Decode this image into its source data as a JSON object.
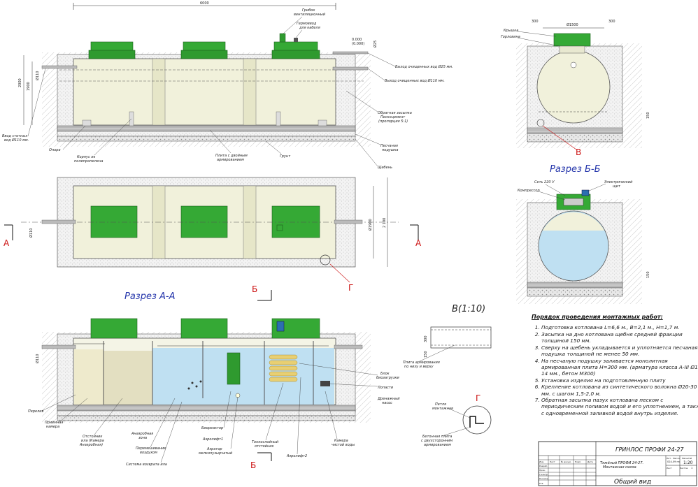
{
  "top_view": {
    "overall_length": "6000",
    "label_fungus": "Грибок",
    "label_fungus2": "вентиляционный",
    "label_hermo": "Гермоввод",
    "label_hermo2": "для кабеля",
    "out_25": "Выход очищенных вод Ø25 мм.",
    "out_110": "Выход очищенных вод Ø110 мм.",
    "backfill": "Обратная засыпка",
    "backfill2": "Пескоцемент",
    "backfill3": "(пропорция 5:1)",
    "inlet": "Ввод сточных",
    "inlet2": "вод Ø110 мм.",
    "support": "Опора",
    "body": "Корпус из",
    "body2": "полипропилена",
    "slab": "Плита с двойным",
    "slab2": "армированием",
    "soil": "Грунт",
    "sand": "Песчаная",
    "sand2": "подушка",
    "gravel": "Щебень",
    "dim_2000": "2000",
    "dim_1900": "1900",
    "dim_d110": "Ø110",
    "dim_025": "Ø25",
    "lvl_top": "0.000",
    "lvl_top2": "(0.000)"
  },
  "section_bb": {
    "title": "Разрез Б-Б",
    "mark_v": "В",
    "lid": "Крышка",
    "neck": "Горловина",
    "d1500": "Ø1500",
    "dim_300a": "300",
    "dim_300b": "300",
    "dim_150": "150"
  },
  "plan": {
    "mark_a_left": "А",
    "mark_a_right": "А",
    "mark_b": "Б",
    "mark_g": "Г",
    "dim_2100": "2 100",
    "dim_d1900": "Ø1900",
    "dim_d110": "Ø110",
    "section_aa": "Разрез А-А"
  },
  "section_aa": {
    "mark_b_bottom": "Б",
    "perelif": "Перелив",
    "receiving": "Приёмная",
    "receiving2": "камера",
    "sludge": "Отстойник",
    "sludge2": "ила (Камера",
    "sludge3": "Анаэробная)",
    "anaerobic": "Анаэробная",
    "anaerobic2": "зона",
    "mixing": "Перемешивание",
    "mixing2": "воздухом",
    "return": "Система возврата ила",
    "bioreactor": "Биореактор",
    "airlift1": "Аэролифт1",
    "aerator": "Аэратор",
    "aerator2": "мелкопузырчатый",
    "thin": "Тонкослойный",
    "thin2": "отстойник",
    "airlift2": "Аэролифт2",
    "clean": "Камера",
    "clean2": "чистой воды",
    "bio_block": "Блок",
    "bio_block2": "биозагрузки",
    "blades": "Лопасти",
    "drain": "Дренажный",
    "drain2": "насос",
    "dim_d110": "Ø110"
  },
  "section_b2": {
    "power": "Сеть 220 V",
    "panel": "Электрический",
    "panel2": "щит",
    "compressor": "Компрессор",
    "dim_150": "150"
  },
  "detail_v": {
    "title": "В(1:10)",
    "dim_300": "300",
    "dim_150": "150",
    "caption": "Плита армирования",
    "caption2": "по низу и верху"
  },
  "detail_g": {
    "title": "Г",
    "loop": "Петля",
    "loop2": "монтажная",
    "slab": "Бетонная плита",
    "slab2": "с двухсторонним",
    "slab3": "армированием"
  },
  "steps": {
    "title": "Порядок проведения монтажных работ:",
    "items": [
      "Подготовка котлована L=6,6 м., В=2,1 м., Н=1,7 м.",
      "Засыпка на дно котлована щебня средней фракции толщиной 150 мм.",
      "Сверху на щебень укладывается и уплотняется песчаная подушка толщиной не менее 50 мм.",
      "На песчаную подушку заливается монолитная армированная плита Н=300 мм. (арматура класса А-III Ø12-14 мм., бетон М300)",
      "Установка изделия на подготовленную плиту",
      "Крепление котлована из синтетического волокна Ø20-30 мм. с шагом 1,5-2,0 м.",
      "Обратная засыпка пазух котлована песком с периодическим поливом водой и его уплотнением, а также с одновременной заливкой водой внутрь изделия."
    ]
  },
  "title_block": {
    "product": "ГРИНЛОС ПРОФИ 24-27",
    "desc1": "Тяжёлый ПРОФИ 24-27.",
    "desc2": "Монтажная схема",
    "sheet_title": "Общий вид",
    "scale": "1:20",
    "code": "024-09 пз",
    "h_izm": "Изм.",
    "h_list": "Лист",
    "h_doc": "№ докум.",
    "h_sign": "Подп.",
    "h_date": "Дата",
    "r_razr": "Разраб.",
    "r_prov": "Пров.",
    "r_tkontr": "Т.контр.",
    "r_nkontr": "Н.контр.",
    "r_utv": "Утв.",
    "c_lit": "Лит.",
    "c_mass": "Масса",
    "c_scale": "Масштаб",
    "c_sheet": "Лист",
    "c_sheets": "Листов",
    "c_sheets_val": "1"
  },
  "colors": {
    "tank": "#f1f1db",
    "lid": "#35a935",
    "water": "#bfe0f2",
    "gravel": "#d4d4d4",
    "section_title": "#2233aa",
    "marker": "#cc1111"
  }
}
